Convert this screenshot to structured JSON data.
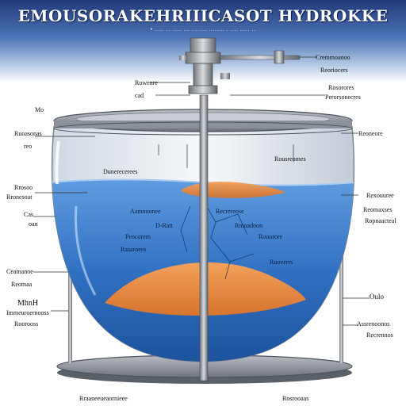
{
  "title": "EMOUSORAKEHRIIICASOT HYDROKKE",
  "subtitle": "• ..... .. ..... ... ........ ........ . .... ..... ..",
  "labels": {
    "top_right_1": "Cremmoanoo",
    "top_right_2": "Reoriocers",
    "top_right_3": "Rosorores",
    "top_right_4": "Perorsonecres",
    "left_mid_1": "Rowenre",
    "left_mid_2": "cad",
    "left_1": "Mo",
    "left_2": "Ruoasonas",
    "left_3": "reo",
    "right_1": "Reoneore",
    "inner_left": "Dunerecerees",
    "inner_right": "Rousreomes",
    "left_4": "Rrosoo",
    "left_5": "Rronesoat",
    "left_6": "Cas",
    "left_7": "oan",
    "right_2": "Rexouuree",
    "right_3": "Reomaxses",
    "right_4": "Ropnaacteal",
    "water_1": "Aamnoonee",
    "water_2": "Recrereose",
    "water_3": "D-Ratt",
    "water_4": "Rmoadoon",
    "water_5": "Pencorem",
    "water_6": "Rouorore",
    "water_7": "Rasaroees",
    "water_8": "Ruoverrs",
    "left_8": "Ceamanoe",
    "left_9": "Reomaa",
    "left_10": "MhnH",
    "left_11": "Immeuroernooss",
    "left_12": "Roorooss",
    "right_5": "Oulo",
    "right_6": "Assrenoonos",
    "right_7": "Recrennos",
    "bottom_left": "Rraaneeueaornieee",
    "bottom_right": "Rosrooaas"
  }
}
